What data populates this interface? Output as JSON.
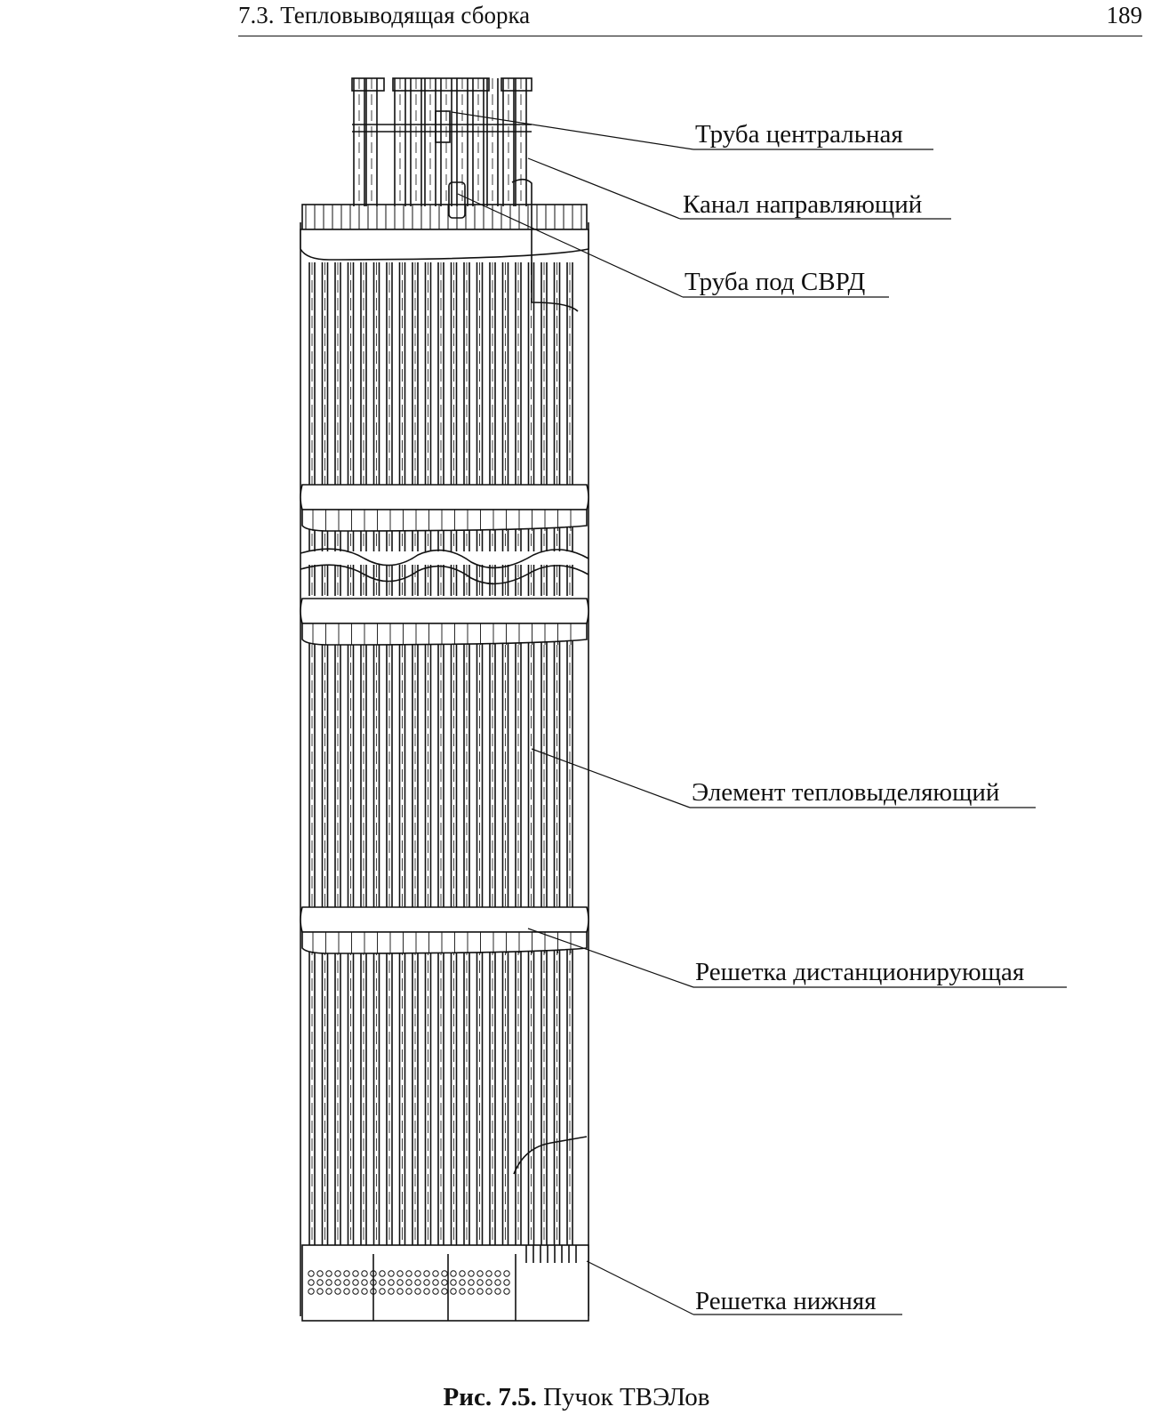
{
  "header": {
    "title": "7.3. Тепловыводящая сборка",
    "page_number": "189"
  },
  "labels": [
    "Труба центральная",
    "Канал направляющий",
    "Труба под СВРД",
    "Элемент тепловыделяющий",
    "Решетка дистанционирующая",
    "Решетка нижняя"
  ],
  "caption": {
    "prefix": "Рис. 7.5.",
    "text": "Пучок ТВЭЛов"
  }
}
